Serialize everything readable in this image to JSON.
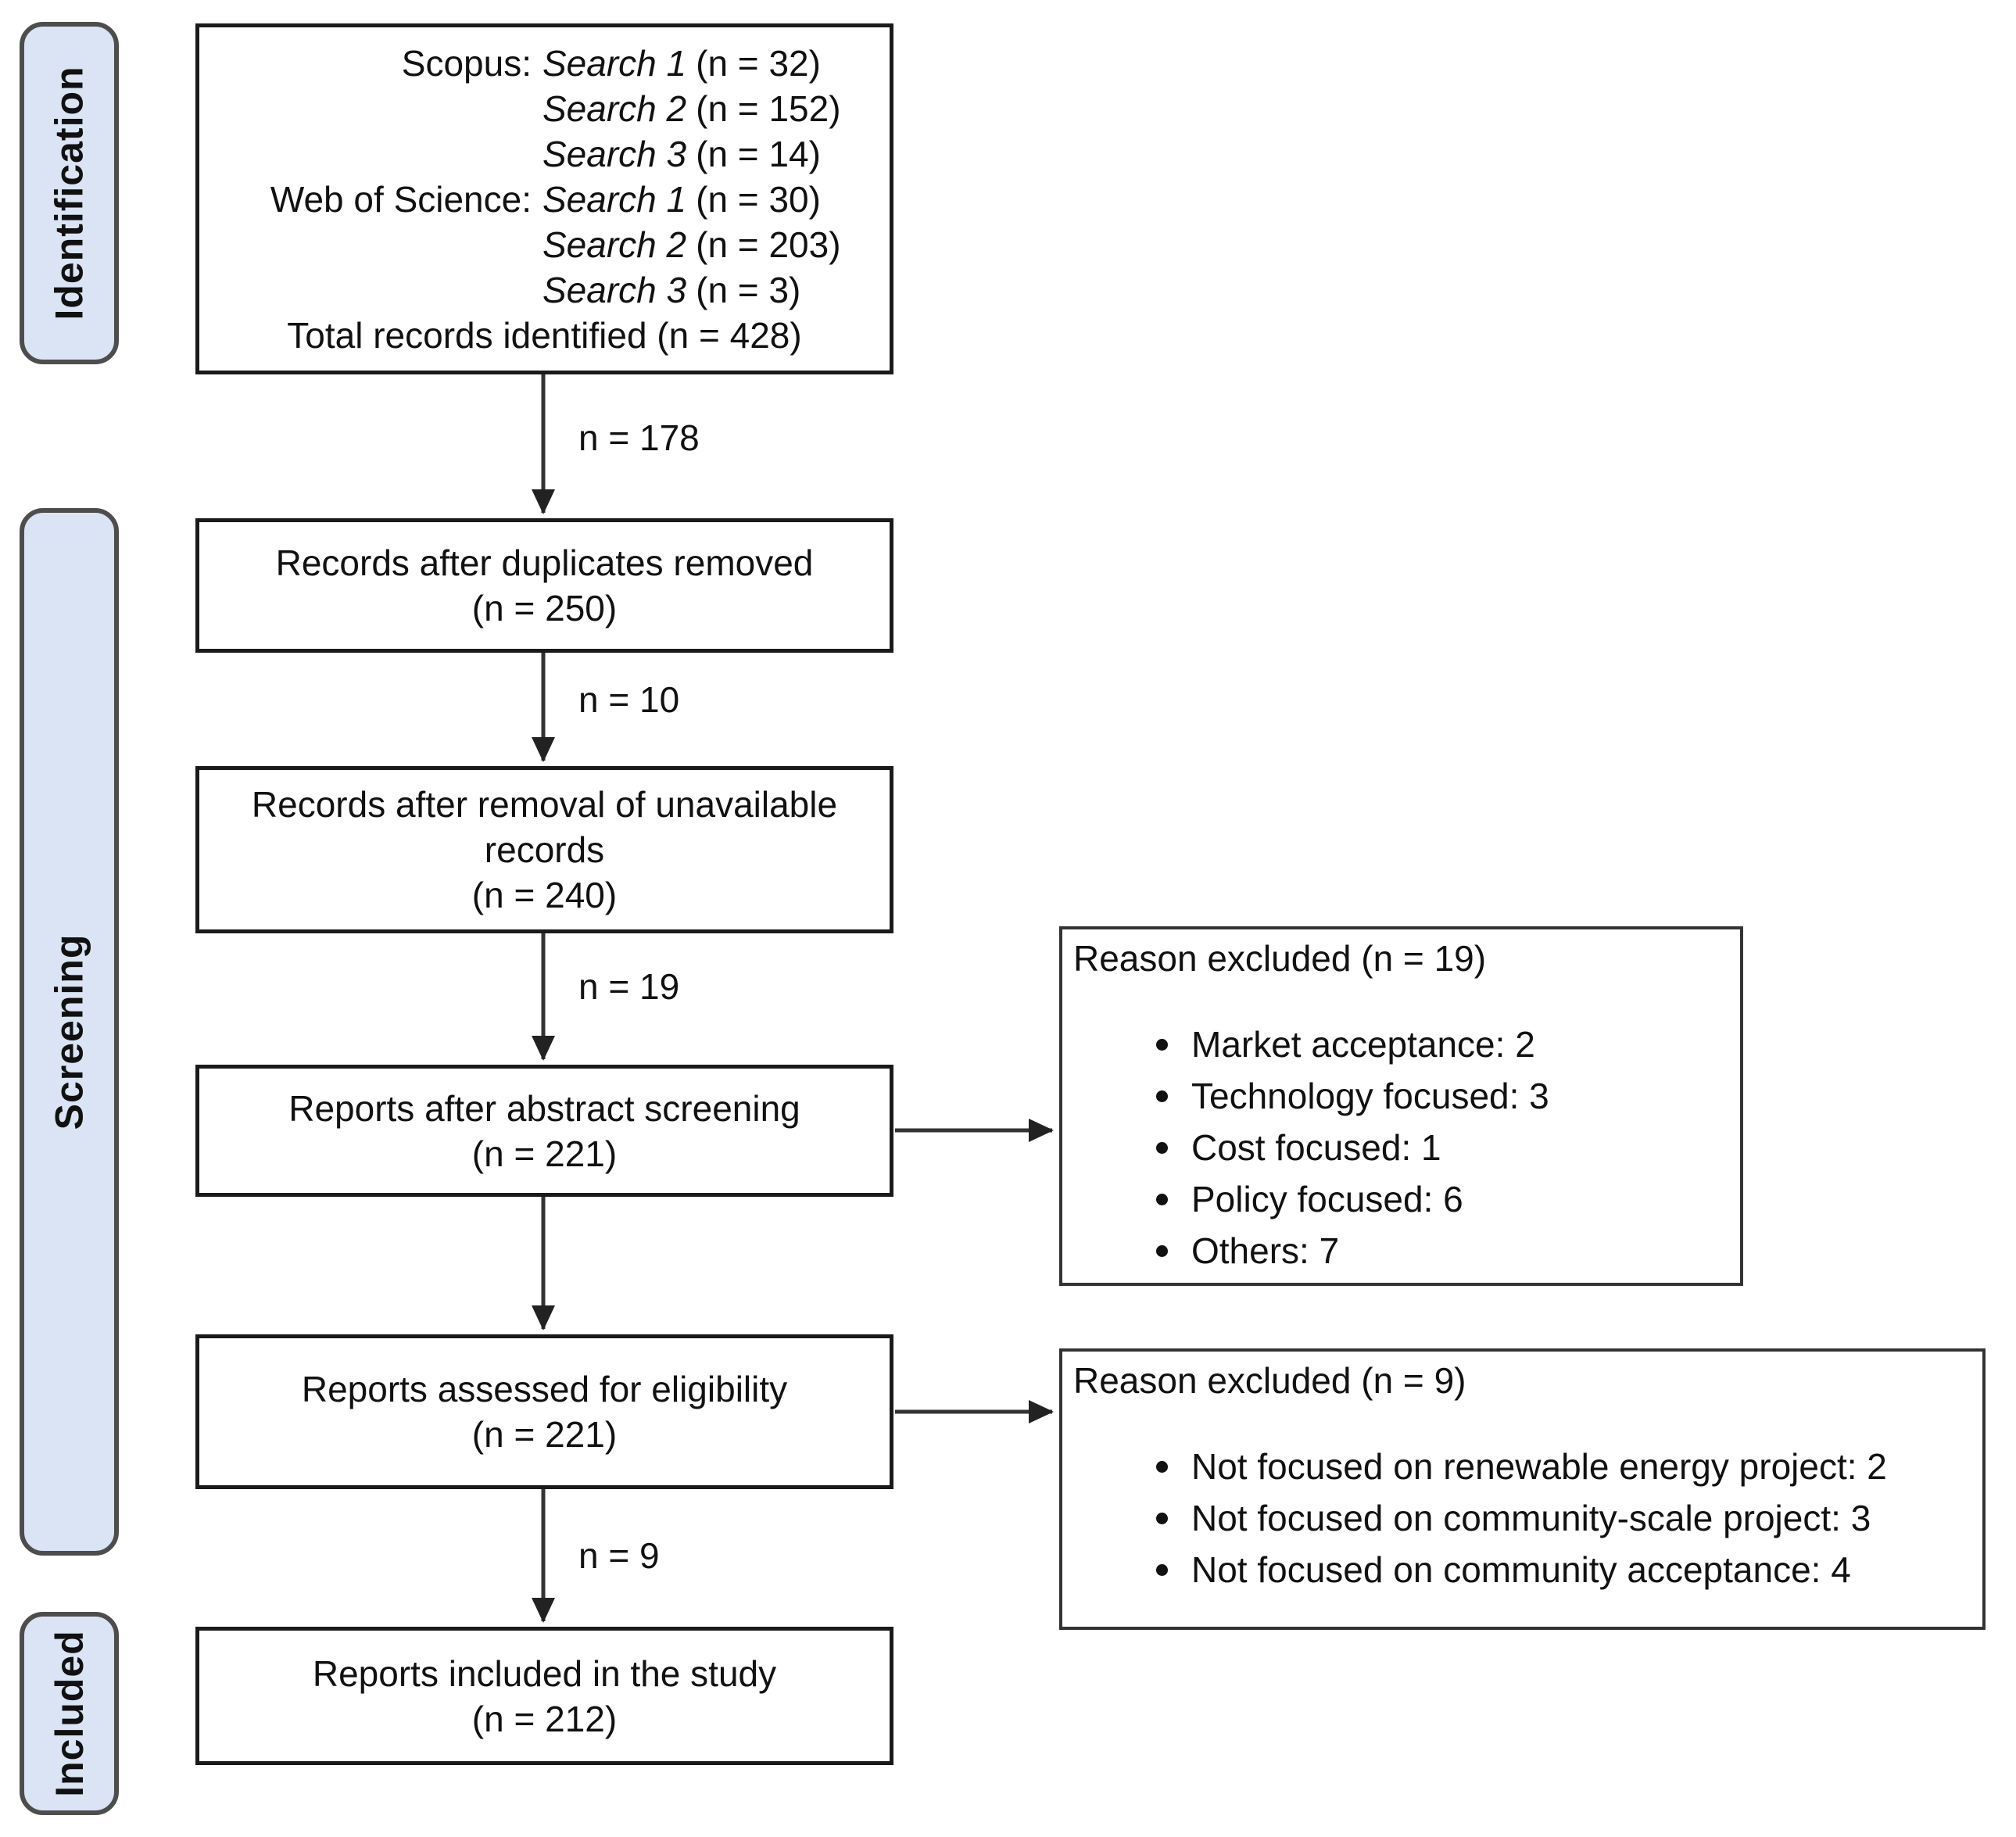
{
  "sidebar": {
    "stages": [
      {
        "label": "Identification"
      },
      {
        "label": "Screening"
      },
      {
        "label": "Included"
      }
    ]
  },
  "colors": {
    "stage_fill": "#dae4f5",
    "stage_border": "#4d4d4d",
    "box_border": "#1a1a1a",
    "text": "#111111",
    "arrow": "#333333"
  },
  "flow": {
    "identification_box": {
      "rows": [
        {
          "prefix": "Scopus:",
          "search": "Search 1",
          "count": "(n = 32)"
        },
        {
          "prefix": "",
          "search": "Search 2",
          "count": "(n = 152)"
        },
        {
          "prefix": "",
          "search": "Search 3",
          "count": "(n = 14)"
        },
        {
          "prefix": "Web of Science:",
          "search": "Search 1",
          "count": "(n = 30)"
        },
        {
          "prefix": "",
          "search": "Search 2",
          "count": "(n = 203)"
        },
        {
          "prefix": "",
          "search": "Search 3",
          "count": "(n = 3)"
        }
      ],
      "total": "Total records identified (n = 428)"
    },
    "boxes": {
      "duplicates": {
        "line1": "Records after duplicates removed",
        "line2": "(n = 250)"
      },
      "unavailable": {
        "line1": "Records after removal of unavailable records",
        "line2": "(n = 240)"
      },
      "abstract": {
        "line1": "Reports after abstract screening",
        "line2": "(n = 221)"
      },
      "eligibility": {
        "line1": "Reports assessed for eligibility",
        "line2": "(n = 221)"
      },
      "included": {
        "line1": "Reports included in the study",
        "line2": "(n = 212)"
      }
    },
    "arrow_labels": {
      "a1": "n = 178",
      "a2": "n = 10",
      "a3": "n = 19",
      "a5": "n = 9"
    },
    "exclusion1": {
      "title": "Reason excluded (n = 19)",
      "items": [
        "Market acceptance: 2",
        "Technology focused: 3",
        "Cost focused: 1",
        "Policy focused: 6",
        "Others: 7"
      ]
    },
    "exclusion2": {
      "title": "Reason excluded (n = 9)",
      "items": [
        "Not focused on renewable energy project: 2",
        "Not focused on community-scale project: 3",
        "Not focused on community acceptance: 4"
      ]
    }
  }
}
